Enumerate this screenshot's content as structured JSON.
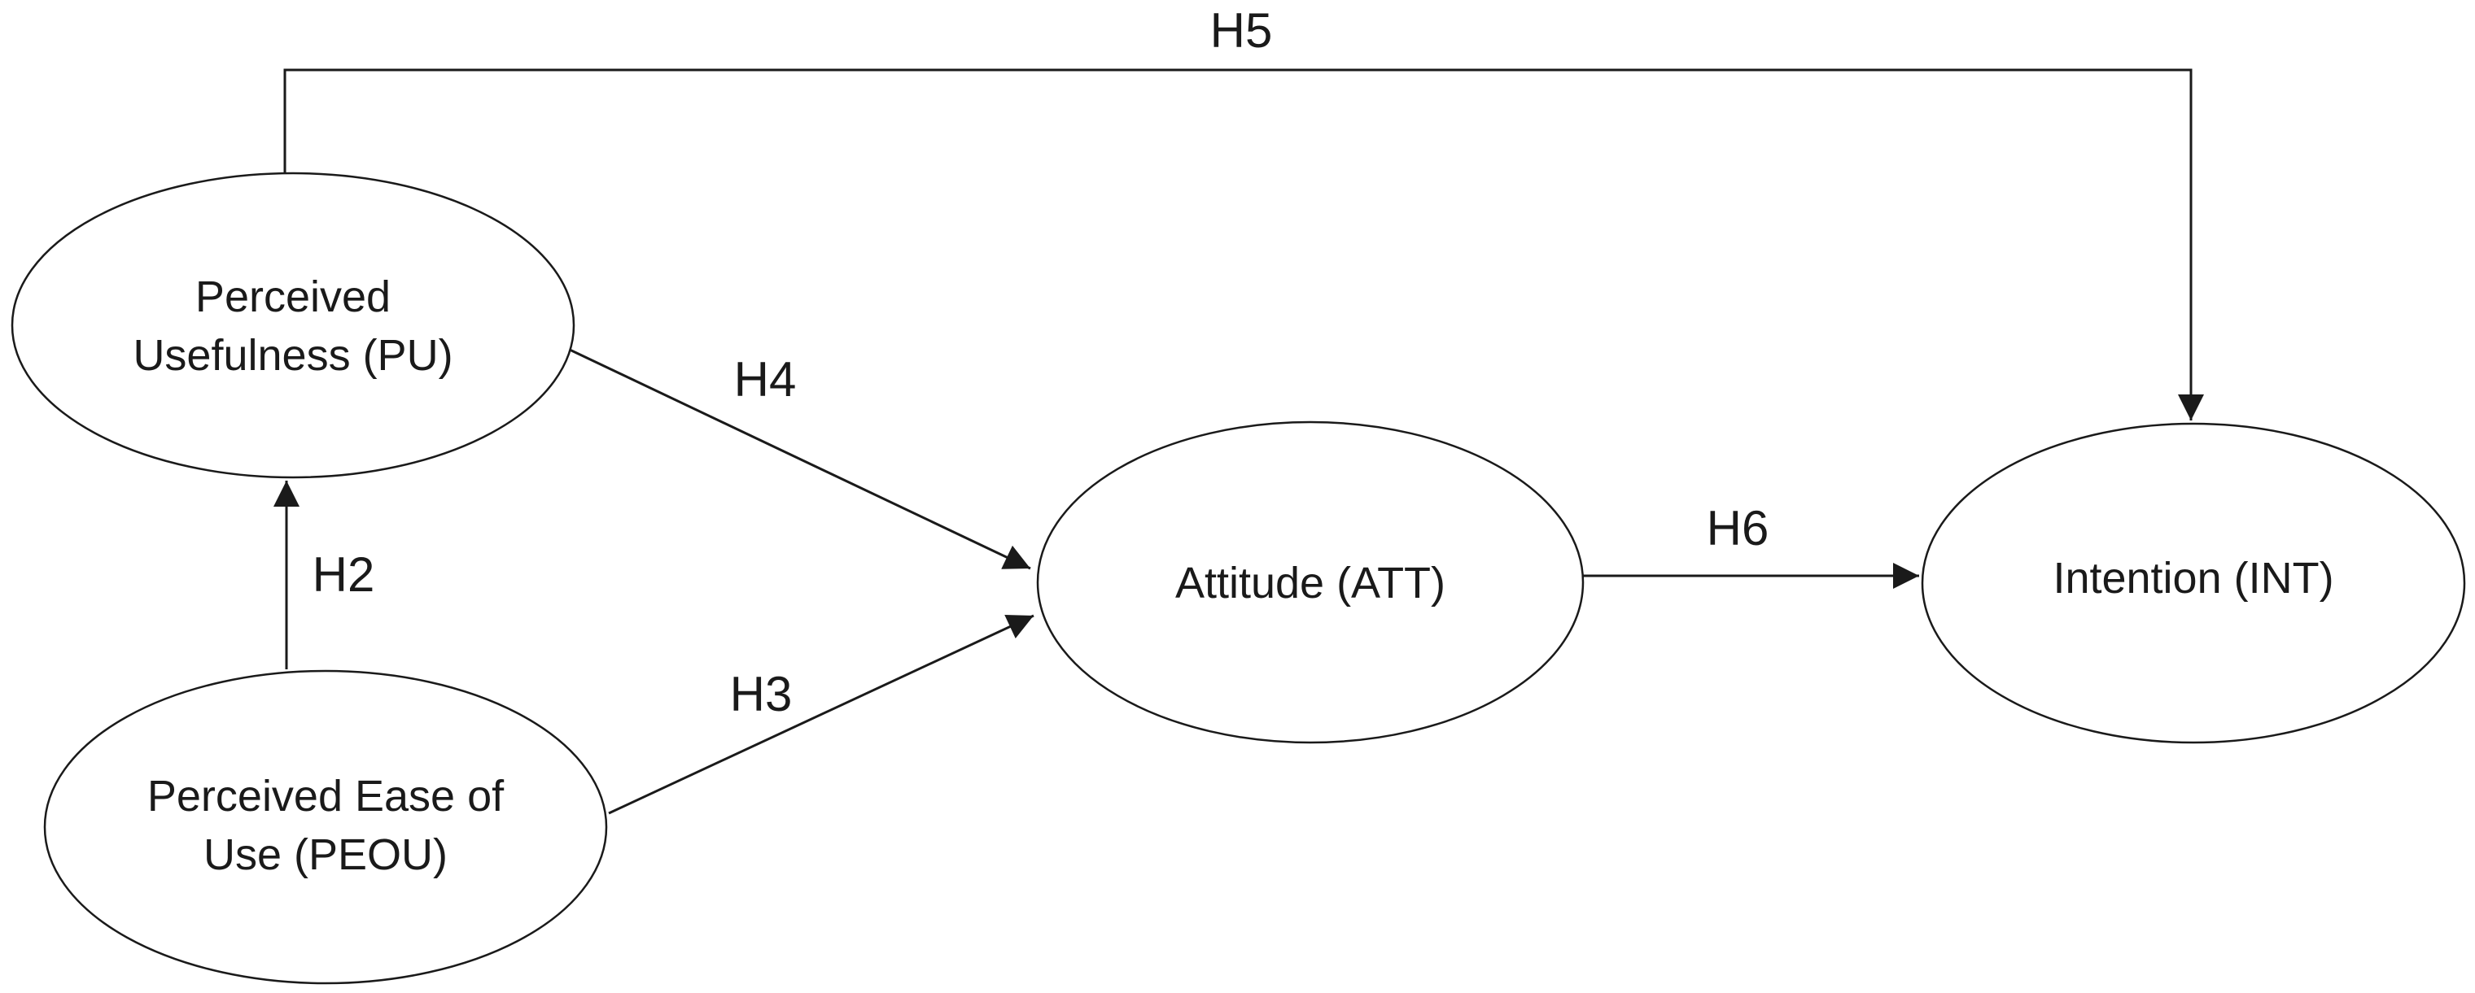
{
  "diagram": {
    "type": "path-model",
    "colors": {
      "background": "#ffffff",
      "line": "#1a1a1a",
      "text": "#1a1a1a"
    },
    "nodes": {
      "pu": {
        "id": "PU",
        "label": "Perceived Usefulness (PU)",
        "line1": "Perceived",
        "line2": "Usefulness (PU)"
      },
      "peou": {
        "id": "PEOU",
        "label": "Perceived Ease of Use (PEOU)",
        "line1": "Perceived Ease of",
        "line2": "Use (PEOU)"
      },
      "att": {
        "id": "ATT",
        "label": "Attitude (ATT)"
      },
      "int": {
        "id": "INT",
        "label": "Intention (INT)"
      }
    },
    "edges": {
      "h2": {
        "label": "H2",
        "from": "PEOU",
        "to": "PU"
      },
      "h3": {
        "label": "H3",
        "from": "PEOU",
        "to": "ATT"
      },
      "h4": {
        "label": "H4",
        "from": "PU",
        "to": "ATT"
      },
      "h5": {
        "label": "H5",
        "from": "PU",
        "to": "INT"
      },
      "h6": {
        "label": "H6",
        "from": "ATT",
        "to": "INT"
      }
    }
  }
}
